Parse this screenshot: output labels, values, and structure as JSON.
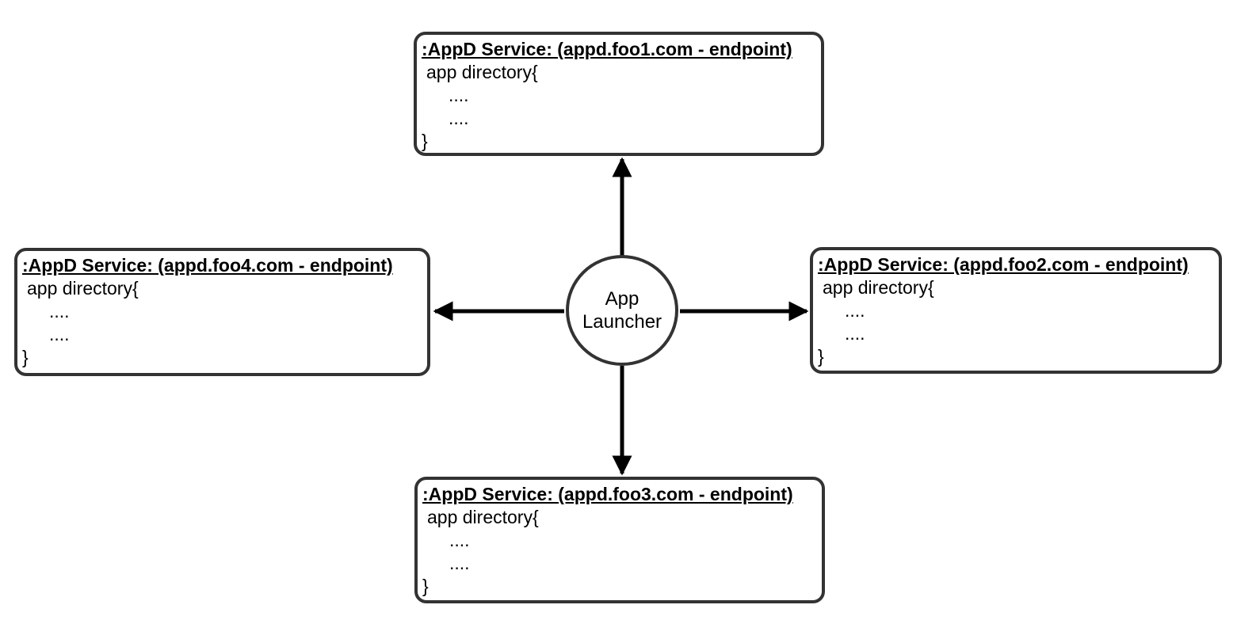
{
  "center": {
    "label_line1": "App",
    "label_line2": "Launcher"
  },
  "nodes": [
    {
      "id": "appd-foo1",
      "placement": "top",
      "title": ":AppD Service: (appd.foo1.com - endpoint)",
      "body": [
        "app directory{",
        "....",
        "....",
        "}"
      ]
    },
    {
      "id": "appd-foo2",
      "placement": "right",
      "title": ":AppD Service: (appd.foo2.com - endpoint)",
      "body": [
        "app directory{",
        "....",
        "....",
        "}"
      ]
    },
    {
      "id": "appd-foo3",
      "placement": "bottom",
      "title": ":AppD Service: (appd.foo3.com - endpoint)",
      "body": [
        "app directory{",
        "....",
        "....",
        "}"
      ]
    },
    {
      "id": "appd-foo4",
      "placement": "left",
      "title": ":AppD Service: (appd.foo4.com - endpoint)",
      "body": [
        "app directory{",
        "....",
        "....",
        "}"
      ]
    }
  ],
  "colors": {
    "box_border": "#333333",
    "arrow": "#000000",
    "text": "#000000",
    "background": "#ffffff"
  }
}
